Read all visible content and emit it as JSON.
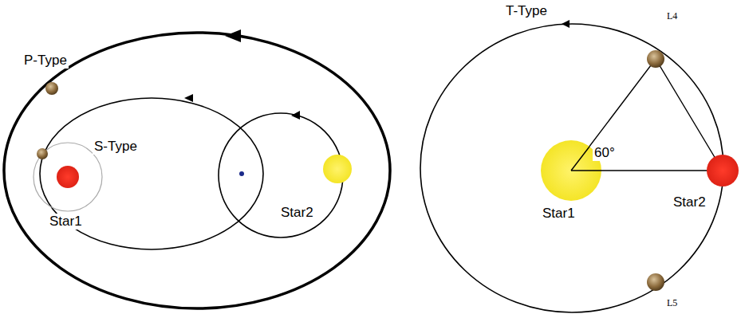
{
  "diagram": {
    "labels": [
      "P-Type",
      "S-Type",
      "Star1",
      "Star2",
      "T-Type",
      "L4",
      "60°",
      "Star1",
      "Star2",
      "L5"
    ]
  }
}
